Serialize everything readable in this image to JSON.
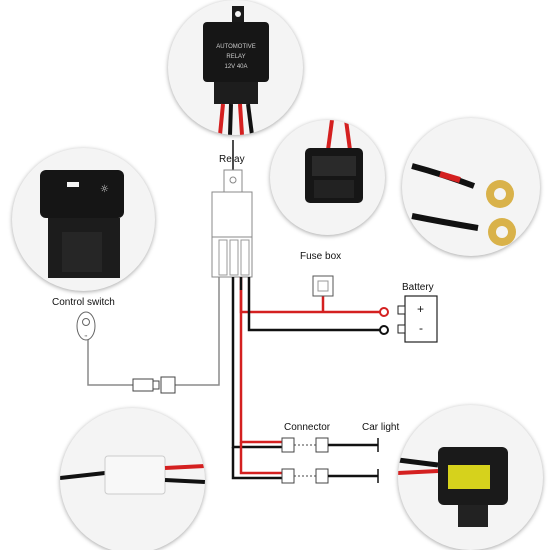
{
  "labels": {
    "relay": "Relay",
    "fuse_box": "Fuse box",
    "battery": "Battery",
    "control_switch": "Control switch",
    "connector": "Connector",
    "car_light": "Car light"
  },
  "relay_photo_text": {
    "line1": "AUTOMOTIVE",
    "line2": "RELAY",
    "line3": "12V 40A"
  },
  "battery_terminals": {
    "plus": "+",
    "minus": "-"
  },
  "colors": {
    "red_wire": "#d42020",
    "black_wire": "#111111",
    "gray_wire": "#8a8a8a",
    "photo_background": "#f4f4f4"
  }
}
